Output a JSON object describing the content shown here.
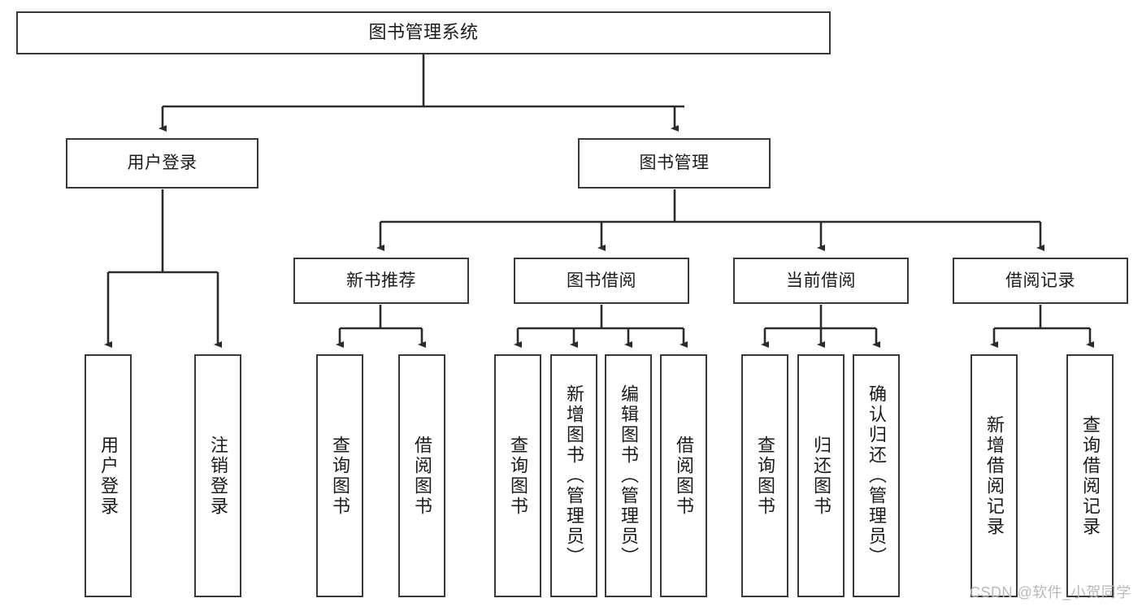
{
  "diagram": {
    "title": "图书管理系统",
    "type": "tree-hierarchy",
    "orientation": "top-down",
    "colors": {
      "box_border": "#37393b",
      "box_fill": "#ffffff",
      "edge": "#2b2b2b",
      "text": "#1b1b1b",
      "watermark": "#b9b9b9",
      "background": "#ffffff"
    },
    "root": {
      "label": "图书管理系统"
    },
    "level2": [
      {
        "label": "用户登录"
      },
      {
        "label": "图书管理"
      }
    ],
    "level3": [
      {
        "label": "新书推荐"
      },
      {
        "label": "图书借阅"
      },
      {
        "label": "当前借阅"
      },
      {
        "label": "借阅记录"
      }
    ],
    "leaves": {
      "user_login": [
        {
          "label": "用户登录"
        },
        {
          "label": "注销登录"
        }
      ],
      "new_book_recommend": [
        {
          "label": "查询图书"
        },
        {
          "label": "借阅图书"
        }
      ],
      "book_borrow": [
        {
          "label": "查询图书"
        },
        {
          "label": "新增图书（管理员）"
        },
        {
          "label": "编辑图书（管理员）"
        },
        {
          "label": "借阅图书"
        }
      ],
      "current_borrow": [
        {
          "label": "查询图书"
        },
        {
          "label": "归还图书"
        },
        {
          "label": "确认归还（管理员）"
        }
      ],
      "borrow_record": [
        {
          "label": "新增借阅记录"
        },
        {
          "label": "查询借阅记录"
        }
      ]
    }
  },
  "watermark": {
    "text": "CSDN @软件_小贺同学"
  }
}
